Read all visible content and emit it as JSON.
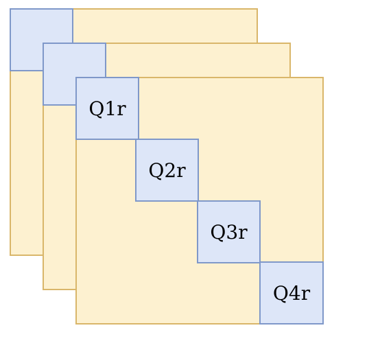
{
  "diagram": {
    "layers": 3,
    "blocks": [
      {
        "label": "Q1r"
      },
      {
        "label": "Q2r"
      },
      {
        "label": "Q3r"
      },
      {
        "label": "Q4r"
      }
    ]
  },
  "colors": {
    "sheet_fill": "#fdf1d0",
    "sheet_border": "#d9b66a",
    "block_fill": "#dde6f8",
    "block_border": "#7f98c9"
  }
}
